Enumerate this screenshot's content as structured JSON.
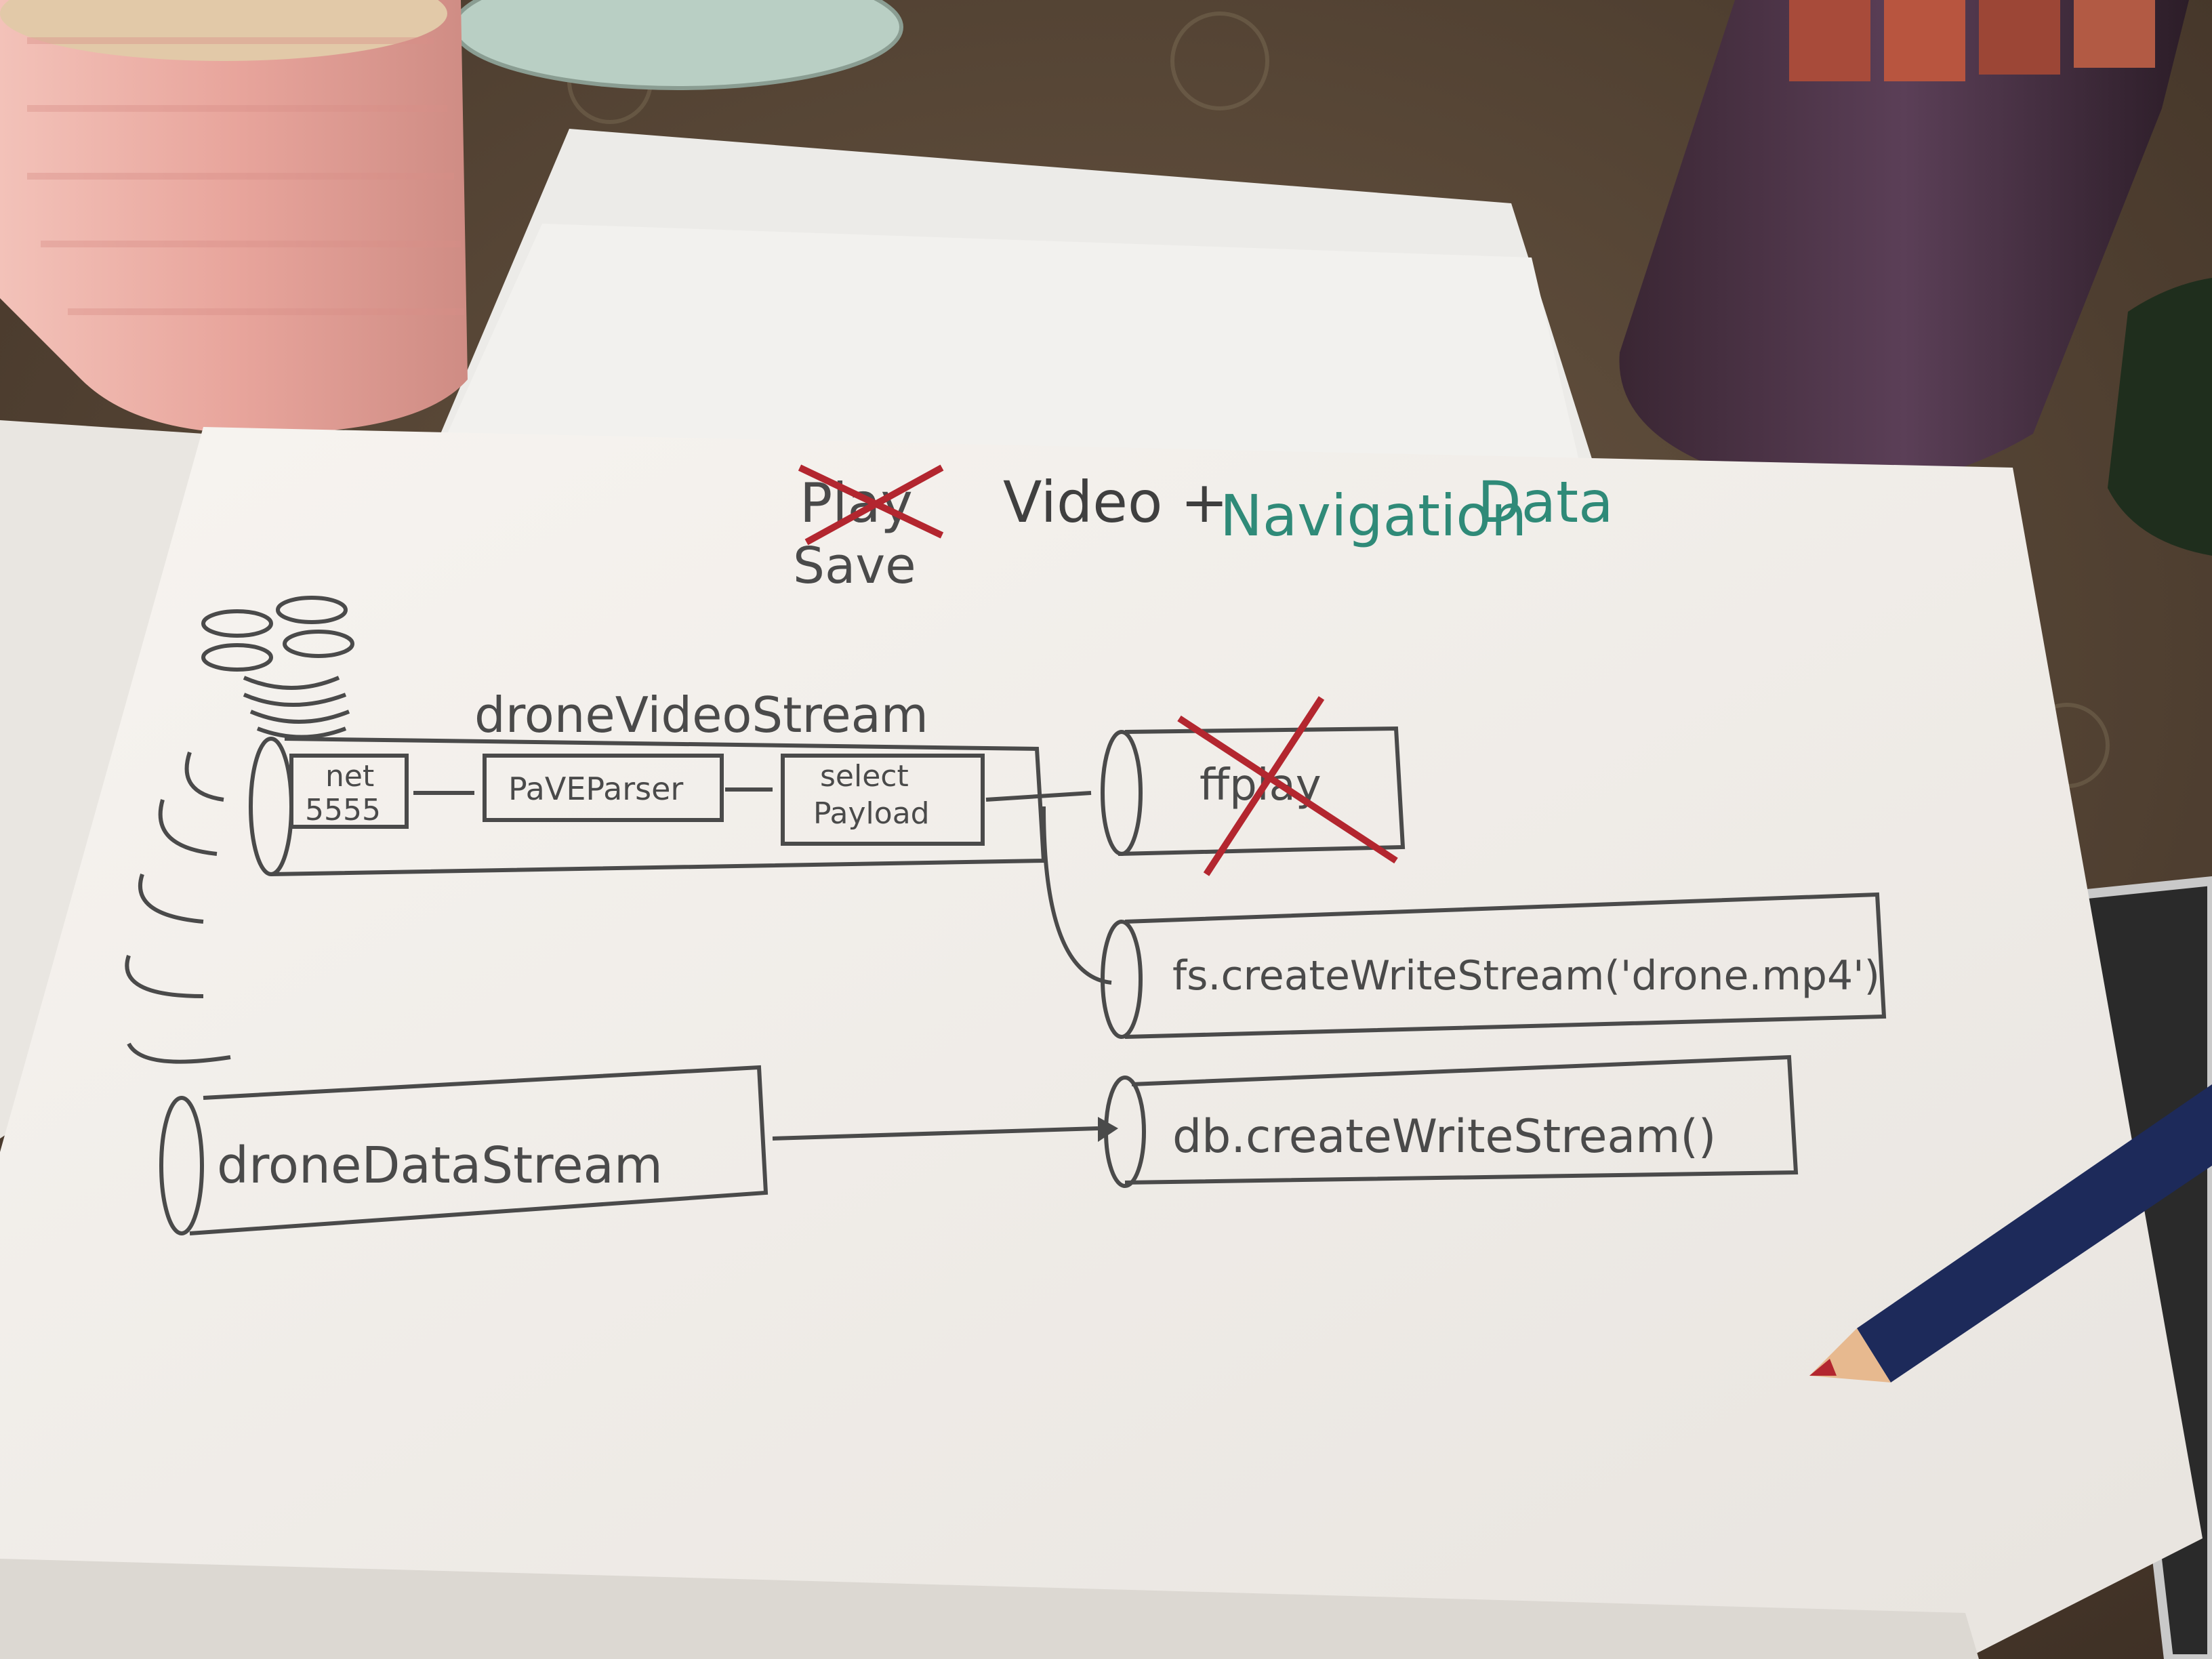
{
  "sketch": {
    "title": {
      "crossed_word": "Play",
      "replacement_word": "Save",
      "video": "Video +",
      "navigation": "Navigation",
      "data": "Data"
    },
    "video_stream_label": "droneVideoStream",
    "boxes": {
      "net": "net",
      "port": "5555",
      "parser": "PaVEParser",
      "select": "select",
      "payload": "Payload"
    },
    "ffplay": "ffplay",
    "fs_write": "fs.createWriteStream('drone.mp4')",
    "data_stream": "droneDataStream",
    "db_write": "db.createWriteStream()"
  },
  "colors": {
    "paper": "#f1eeea",
    "pencil": "#4a4a4a",
    "teal_ink": "#2f8a78",
    "red_cross": "#b3262f",
    "mug": "#e9a8a0",
    "pencil_body": "#1d2a5a"
  }
}
